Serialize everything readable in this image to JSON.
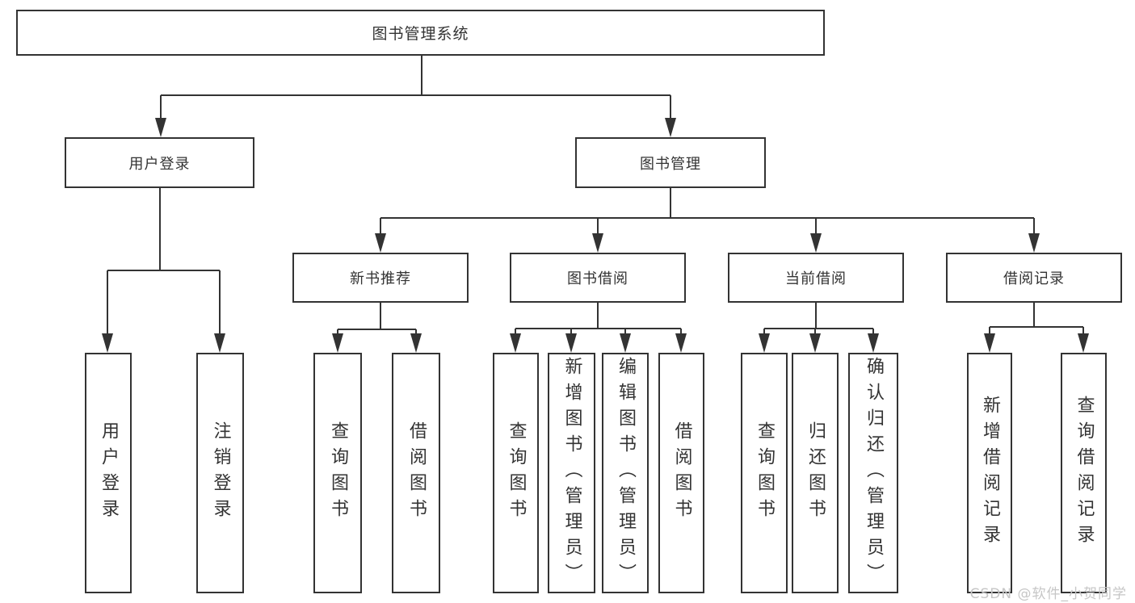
{
  "tree": {
    "root": "图书管理系统",
    "branches": [
      {
        "label": "用户登录",
        "leaves": [
          "用户登录",
          "注销登录"
        ]
      },
      {
        "label": "图书管理",
        "groups": [
          {
            "label": "新书推荐",
            "leaves": [
              "查询图书",
              "借阅图书"
            ]
          },
          {
            "label": "图书借阅",
            "leaves": [
              "查询图书",
              "新增图书（管理员）",
              "编辑图书（管理员）",
              "借阅图书"
            ]
          },
          {
            "label": "当前借阅",
            "leaves": [
              "查询图书",
              "归还图书",
              "确认归还（管理员）"
            ]
          },
          {
            "label": "借阅记录",
            "leaves": [
              "新增借阅记录",
              "查询借阅记录"
            ]
          }
        ]
      }
    ]
  },
  "watermark": "CSDN @软件_小贺同学",
  "colors": {
    "line": "#333333",
    "text": "#333333",
    "watermark_text": "#c6c6c6",
    "background": "#ffffff"
  }
}
